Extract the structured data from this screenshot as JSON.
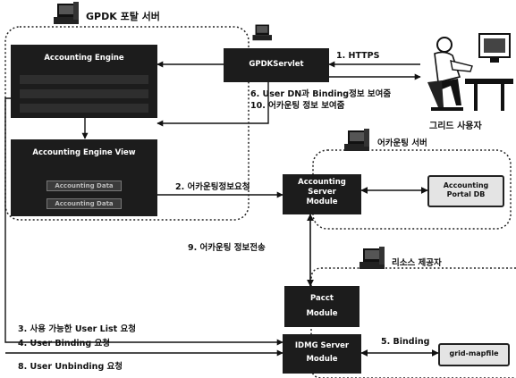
{
  "portal": {
    "title": "GPDK 포탈 서버"
  },
  "accounting_server": {
    "title": "어카운팅 서버"
  },
  "resource_provider": {
    "title": "리소스 제공자"
  },
  "boxes": {
    "accounting_engine": "Accounting Engine",
    "accounting_engine_view": "Accounting Engine View",
    "view_sub_1": "Accounting Data",
    "view_sub_2": "Accounting Data",
    "gpdk_servlet": "GPDKServlet",
    "accounting_server_module_line1": "Accounting",
    "accounting_server_module_line2": "Server",
    "accounting_server_module_line3": "Module",
    "pacct_line1": "Pacct",
    "pacct_line2": "Module",
    "idmg_line1": "IDMG Server",
    "idmg_line2": "Module",
    "accounting_portal_db_line1": "Accounting",
    "accounting_portal_db_line2": "Portal DB",
    "grid_mapfile": "grid-mapfile"
  },
  "user": {
    "label": "그리드 사용자"
  },
  "steps": {
    "s1": "1. HTTPS",
    "s2": "2. 어카운팅정보요청",
    "s3": "3. 사용 가능한 User List 요청",
    "s4": "4. User Binding 요청",
    "s5": "5. Binding",
    "s6": "6. User DN과 Binding정보 보여줌",
    "s8": "8. User Unbinding 요청",
    "s9": "9. 어카운팅 정보전송",
    "s10": "10. 어카운팅 정보 보여줌"
  }
}
